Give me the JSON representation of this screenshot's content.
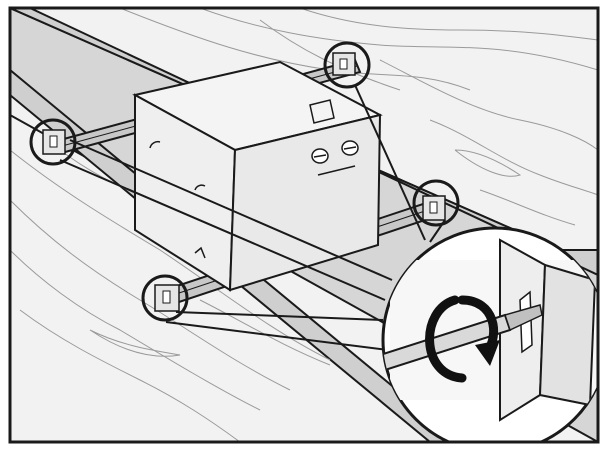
{
  "figure": {
    "kind": "installation-illustration",
    "colors": {
      "frame": "#1a1a1a",
      "background": "#d6d6d6",
      "wood": "#f2f2f2",
      "wood_grain": "#9a9a9a",
      "box_top": "#f4f4f4",
      "box_side": "#e9e9e9",
      "box_front": "#efefef",
      "bar": "#c8c8c8",
      "callout_fill": "#ffffff",
      "arrow": "#111111"
    },
    "parts": {
      "joists": [
        "upper-joist",
        "lower-joist"
      ],
      "box": "electrical-box",
      "hanger_bars": [
        "top-hanger-bar",
        "bottom-hanger-bar"
      ],
      "bracket_end_count": 4,
      "detail_inset": [
        "mounting-bracket",
        "screwdriver",
        "rotation-arrow"
      ]
    },
    "icons": {
      "rotation": "clockwise-rotation-arrow-icon",
      "tool": "screwdriver-icon"
    }
  }
}
